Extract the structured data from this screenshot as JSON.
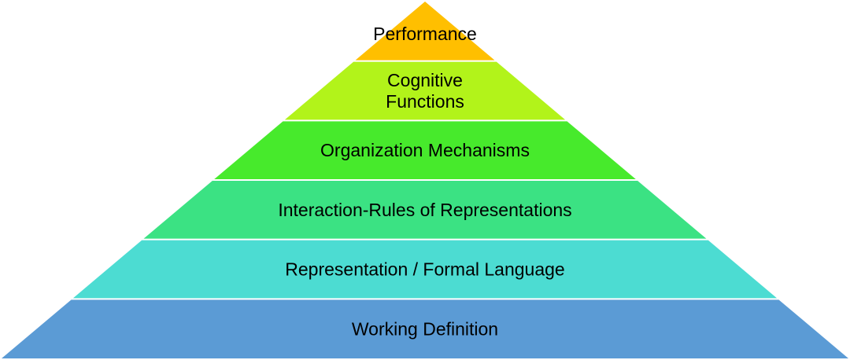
{
  "diagram": {
    "type": "pyramid",
    "order": "top-to-bottom",
    "layers": [
      {
        "id": "performance",
        "lines": [
          "Performance"
        ],
        "color": "#FFBF00"
      },
      {
        "id": "cognitive-functions",
        "lines": [
          "Cognitive",
          "Functions"
        ],
        "color": "#B2F31A"
      },
      {
        "id": "organization-mechanisms",
        "lines": [
          "Organization Mechanisms"
        ],
        "color": "#47EA2C"
      },
      {
        "id": "interaction-rules",
        "lines": [
          "Interaction-Rules of Representations"
        ],
        "color": "#3BE283"
      },
      {
        "id": "representation-formal-language",
        "lines": [
          "Representation / Formal Language"
        ],
        "color": "#4CDCD2"
      },
      {
        "id": "working-definition",
        "lines": [
          "Working Definition"
        ],
        "color": "#5B9BD5"
      }
    ],
    "separator_color": "#FFFFFF",
    "text_color": "#000000"
  }
}
